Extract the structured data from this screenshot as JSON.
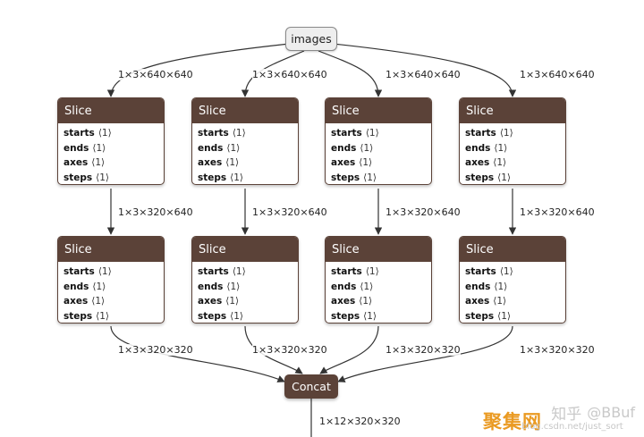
{
  "input_node": {
    "label": "images"
  },
  "slice_label": "Slice",
  "attributes": [
    {
      "name": "starts",
      "value": "⟨1⟩"
    },
    {
      "name": "ends",
      "value": "⟨1⟩"
    },
    {
      "name": "axes",
      "value": "⟨1⟩"
    },
    {
      "name": "steps",
      "value": "⟨1⟩"
    }
  ],
  "edge_labels": {
    "input_to_row1": "1×3×640×640",
    "row1_to_row2": "1×3×320×640",
    "row2_to_concat": "1×3×320×320",
    "concat_out": "1×12×320×320"
  },
  "output_node": {
    "label": "Concat"
  },
  "watermark": {
    "cn": "知乎",
    "handle": "@BBuf",
    "logo": "聚集网",
    "url": "blog.csdn.net/just_sort"
  },
  "colors": {
    "op_header": "#5b4238",
    "input_fill": "#eeeeee",
    "edge": "#333333"
  }
}
